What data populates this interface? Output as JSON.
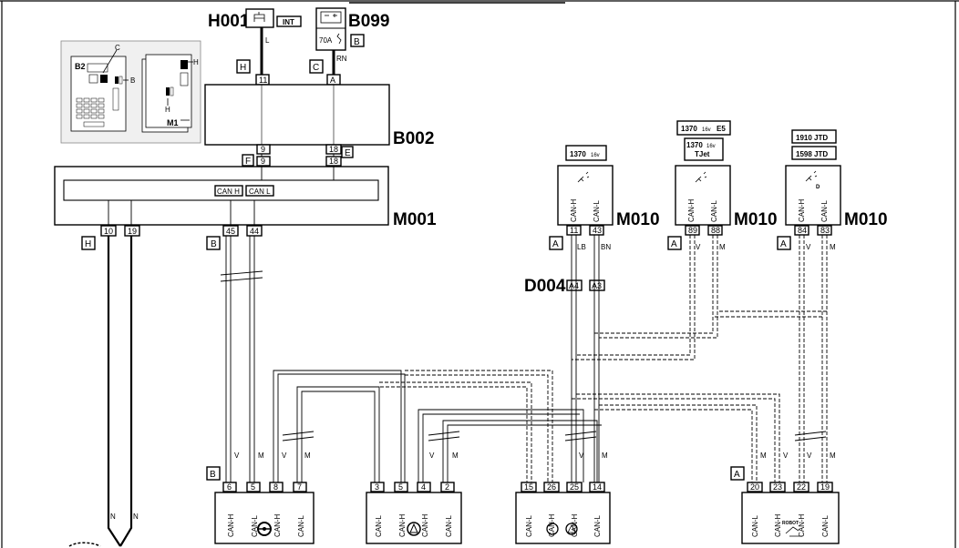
{
  "components": {
    "h001": "H001",
    "b099": "B099",
    "b002": "B002",
    "m001": "M001",
    "m010_a": "M010",
    "m010_b": "M010",
    "m010_c": "M010",
    "d004": "D004"
  },
  "tags": {
    "int": "INT",
    "fuse": "70A",
    "engine_a": "1370",
    "engine_a_small": "16v",
    "engine_b_top": "1370",
    "engine_b_top_small": "16v",
    "engine_b_top_suffix": "E5",
    "engine_b_mid": "1370",
    "engine_b_mid_small": "16v",
    "engine_b_bot": "TJet",
    "engine_c_top": "1910 JTD",
    "engine_c_bot": "1598 JTD",
    "robot": "ROBOT",
    "diesel": "D"
  },
  "connector_refs": {
    "h": "H",
    "c": "C",
    "b": "B",
    "e": "E",
    "f": "F",
    "a": "A"
  },
  "wire_colors": {
    "l": "L",
    "rn": "RN",
    "lb": "LB",
    "bn": "BN",
    "v": "V",
    "m": "M",
    "n": "N"
  },
  "can": {
    "h": "CAN H",
    "l": "CAN L",
    "hd": "CAN-H",
    "ld": "CAN-L"
  },
  "pins": {
    "p11": "11",
    "pa": "A",
    "p9": "9",
    "p18": "18",
    "p10": "10",
    "p19": "19",
    "p45": "45",
    "p44": "44",
    "p43": "43",
    "p89": "89",
    "p88": "88",
    "p84": "84",
    "p83": "83",
    "pa4": "A4",
    "pa3": "A3",
    "p6": "6",
    "p5": "5",
    "p8": "8",
    "p7": "7",
    "p3": "3",
    "p4": "4",
    "p2": "2",
    "p15": "15",
    "p26": "26",
    "p25": "25",
    "p14": "14",
    "p20": "20",
    "p23": "23",
    "p22": "22"
  },
  "inset": {
    "b2": "B2",
    "c": "C",
    "b": "B",
    "h": "H",
    "m1": "M1"
  }
}
